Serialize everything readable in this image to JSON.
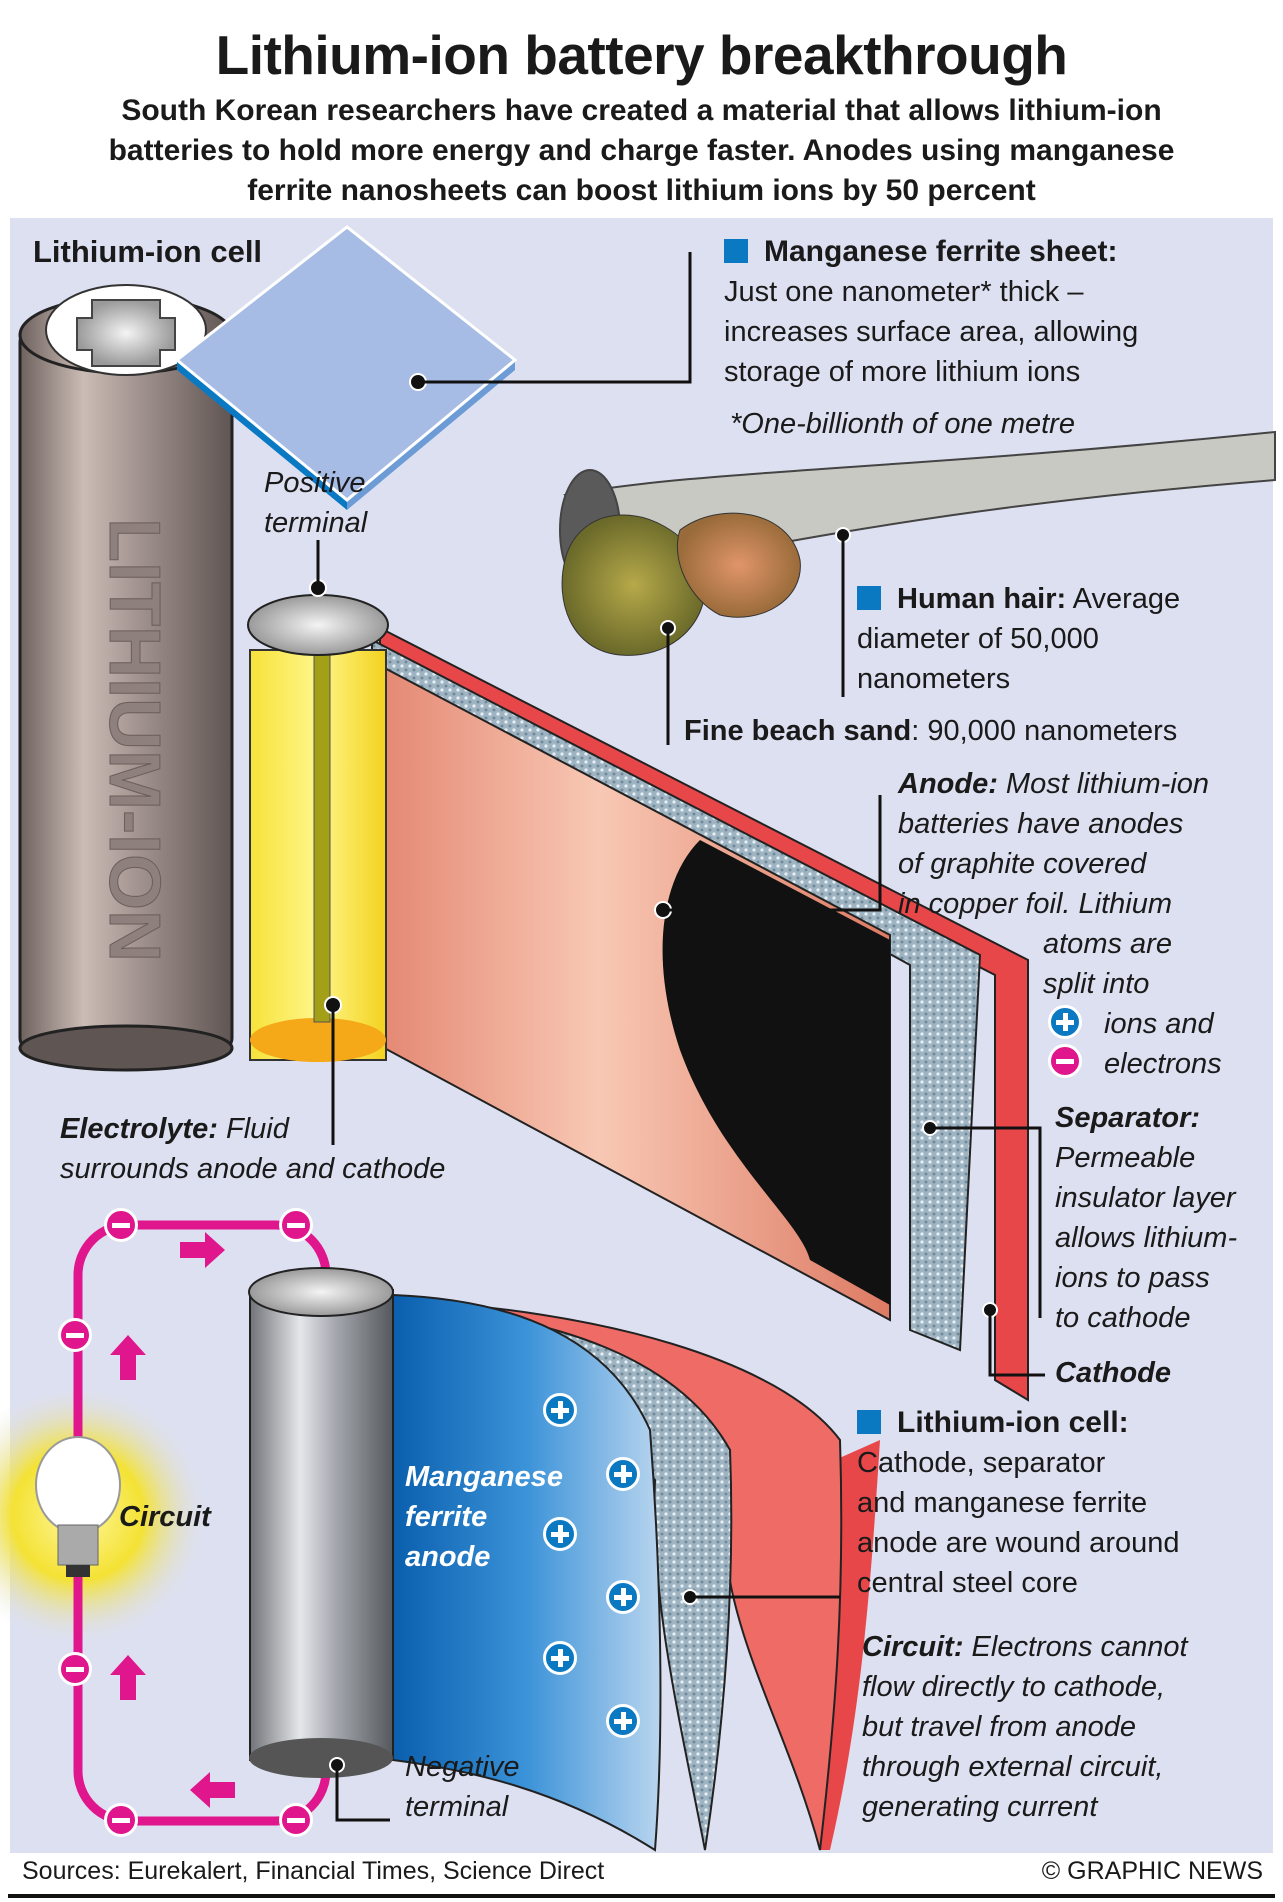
{
  "title": "Lithium-ion battery breakthrough",
  "subtitle": [
    "South Korean researchers have created a material that allows lithium-ion",
    "batteries to hold more energy and charge faster. Anodes using manganese",
    "ferrite nanosheets can boost lithium ions by 50 percent"
  ],
  "cell_heading": "Lithium-ion cell",
  "cell_brand": "LITHIUM-ION",
  "manganese": {
    "title": "Manganese ferrite sheet:",
    "lines": [
      "Just one nanometer* thick –",
      "increases surface area, allowing",
      "storage of more lithium ions"
    ],
    "footnote": "*One-billionth of one metre"
  },
  "hair": {
    "title": "Human hair:",
    "lines": [
      " Average",
      "diameter of 50,000",
      "nanometers"
    ]
  },
  "sand": {
    "title": "Fine beach sand",
    "text": ": 90,000 nanometers"
  },
  "positive_terminal": [
    "Positive",
    "terminal"
  ],
  "anode": {
    "title": "Anode:",
    "lines": [
      " Most lithium-ion",
      "batteries have anodes",
      "of graphite covered",
      "in copper foil. Lithium",
      "atoms are",
      "split into",
      "ions and",
      "electrons"
    ]
  },
  "separator": {
    "title": "Separator:",
    "lines": [
      "Permeable",
      "insulator layer",
      "allows lithium-",
      "ions to pass",
      "to cathode"
    ]
  },
  "cathode": "Cathode",
  "electrolyte": {
    "title": "Electrolyte:",
    "lines": [
      " Fluid",
      "surrounds anode and cathode"
    ]
  },
  "circuit_label": "Circuit",
  "anode_label": [
    "Manganese",
    "ferrite",
    "anode"
  ],
  "negative_terminal": [
    "Negative",
    "terminal"
  ],
  "cell_box": {
    "title": "Lithium-ion cell:",
    "lines": [
      "Cathode, separator",
      "and manganese ferrite",
      "anode are wound around",
      "central steel core"
    ]
  },
  "circuit": {
    "title": "Circuit:",
    "lines": [
      " Electrons cannot",
      "flow directly to cathode,",
      "but travel from anode",
      "through external circuit,",
      "generating current"
    ]
  },
  "footer": {
    "sources": "Sources: Eurekalert, Financial Times, Science Direct",
    "copyright": "© GRAPHIC NEWS"
  },
  "colors": {
    "panel": "#dde0f0",
    "accent_blue": "#0b78c2",
    "circuit_pink": "#e0168c",
    "cathode_red": "#e8474a",
    "anode_copper": "#e89a85"
  }
}
